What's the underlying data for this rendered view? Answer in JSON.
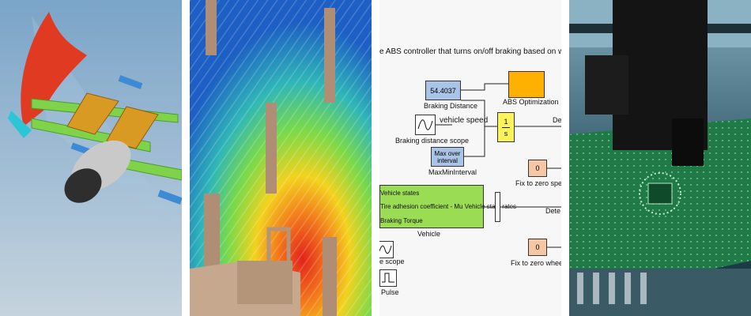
{
  "simulink": {
    "description_text": "e ABS controller that turns on/off braking based on wheel slip.",
    "braking_distance_value": "54.4037",
    "braking_distance_label": "Braking Distance",
    "abs_optimization_label": "ABS Optimization",
    "vehicle_speed_label": "vehicle speed",
    "transfer_num": "1",
    "transfer_den": "s",
    "de_label_1": "De",
    "braking_distance_scope_label": "Braking distance scope",
    "max_over_interval_text": "Max over interval",
    "maxmininterval_label": "MaxMinInterval",
    "fix_zero_speed_label": "Fix to zero speed",
    "zero_value_1": "0",
    "vehicle_states_label": "Vehicle states",
    "tire_adhesion_label": "Tire adhesion coefficient - Mu  Vehicle state rates",
    "braking_torque_label": "Braking Torque",
    "vehicle_label": "Vehicle",
    "dete_label": "Dete",
    "scope_label": "e scope",
    "zero_value_2": "0",
    "fix_zero_wheel_label": "Fix to zero wheel s",
    "pulse_label": "Pulse"
  },
  "colors": {
    "simulink_background": "#f7f7f7",
    "block_blue": "#a9c4e6",
    "block_orange": "#ffb000",
    "block_yellow": "#fff35a",
    "block_green": "#9bdc55",
    "block_peach": "#f7c6a4"
  }
}
